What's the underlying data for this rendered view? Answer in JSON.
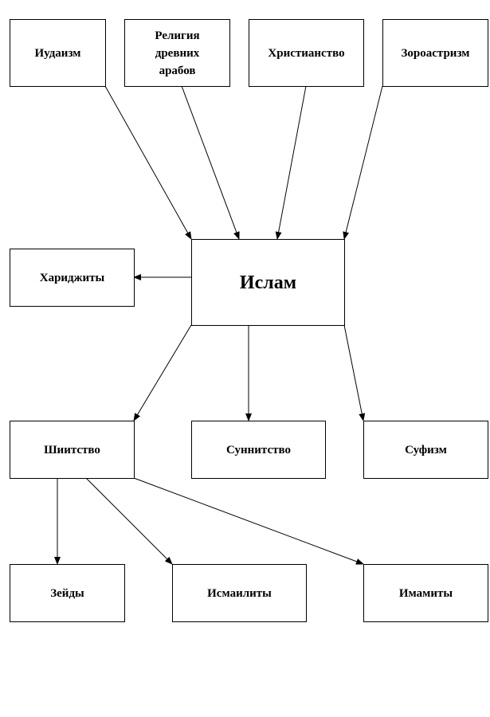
{
  "sources": {
    "judaism": "Иудаизм",
    "arab_religion": "Религия древних арабов",
    "christianity": "Христианство",
    "zoroastrianism": "Зороастризм"
  },
  "center": "Ислам",
  "kharijites": "Хариджиты",
  "branches": {
    "shiism": "Шиитство",
    "sunnism": "Суннитство",
    "sufism": "Суфизм"
  },
  "shia_sects": {
    "zaydis": "Зейды",
    "ismailis": "Исмаилиты",
    "imamis": "Имамиты"
  }
}
